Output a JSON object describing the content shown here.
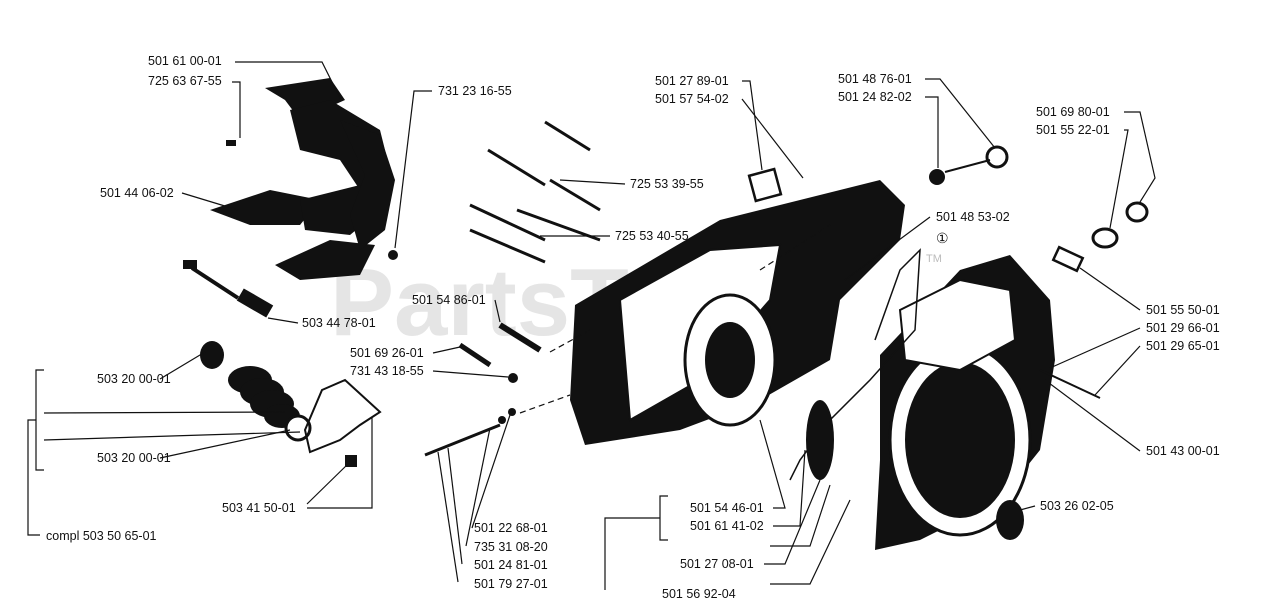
{
  "watermark": {
    "text": "PartsTree",
    "trademark": "TM"
  },
  "labels": {
    "p501610001": "501 61 00-01",
    "p725636755": "725 63 67-55",
    "p731231655": "731 23 16-55",
    "p501440602": "501 44 06-02",
    "p503447801": "503 44 78-01",
    "p503200001a": "503 20 00-01",
    "p503200001b": "503 20 00-01",
    "p503415001": "503 41 50-01",
    "pcompl": "compl 503 50 65-01",
    "p501278901": "501 27 89-01",
    "p501575402": "501 57 54-02",
    "p725533955": "725 53 39-55",
    "p725534055": "725 53 40-55",
    "p501548601": "501 54 86-01",
    "p501692601": "501 69 26-01",
    "p731431855": "731 43 18-55",
    "p501487601": "501 48 76-01",
    "p501248202": "501 24 82-02",
    "p501485302": "501 48 53-02",
    "circled_one": "①",
    "p501698001": "501 69 80-01",
    "p501552201": "501 55 22-01",
    "p501555001": "501 55 50-01",
    "p501296601": "501 29 66-01",
    "p501296501": "501 29 65-01",
    "p501430001": "501 43 00-01",
    "p501544601": "501 54 46-01",
    "p501614102": "501 61 41-02",
    "p501270801": "501 27 08-01",
    "p503260205": "503 26 02-05",
    "p501226801": "501 22 68-01",
    "p735310820": "735 31 08-20",
    "p501248101": "501 24 81-01",
    "p501792701": "501 79 27-01",
    "p501569204": "501 56 92-04"
  }
}
